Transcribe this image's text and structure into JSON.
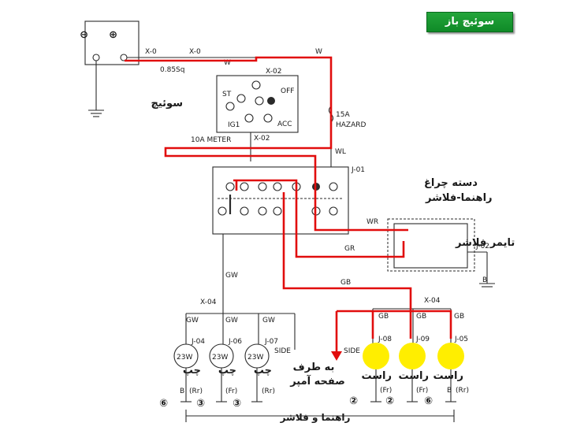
{
  "title_button": "سوئیچ باز",
  "battery": {
    "minus": "⊖",
    "plus": "⊕"
  },
  "connectors": {
    "x0_left": "X-0",
    "x0_right": "X-0",
    "x02_top": "X-02",
    "x02_bottom": "X-02",
    "j01": "J-01",
    "j02": "J-02",
    "x04_left": "X-04",
    "x04_right": "X-04",
    "j04": "J-04",
    "j06": "J-06",
    "j07": "J-07",
    "j08": "J-08",
    "j09": "J-09",
    "j05": "J-05"
  },
  "wire_labels": {
    "sq": "0.85Sq",
    "w1": "W",
    "w2": "W",
    "wl": "WL",
    "wr": "WR",
    "gr": "GR",
    "gw_main": "GW",
    "gb_main": "GB",
    "gw_a": "GW",
    "gw_b": "GW",
    "gw_c": "GW",
    "gb_a": "GB",
    "gb_b": "GB",
    "gb_c": "GB",
    "b_timer": "B",
    "side_l": "SIDE",
    "side_r": "SIDE",
    "b_l": "B",
    "b_r": "B"
  },
  "ignition": {
    "label": "سوئیچ",
    "st": "ST",
    "off": "OFF",
    "ig1": "IG1",
    "acc": "ACC"
  },
  "fuse_hazard": {
    "rating": "15A",
    "name": "HAZARD"
  },
  "fuse_meter": "10A METER",
  "stalk_switch": {
    "line1": "دسته چراغ",
    "line2": "راهنما-فلاشر"
  },
  "timer": "تایمر فلاشر",
  "bulbs": {
    "b1": "23W",
    "b2": "23W",
    "b3": "23W"
  },
  "left_labels": {
    "l1": "چپ",
    "l2": "چپ",
    "l3": "چپ"
  },
  "right_labels": {
    "r1": "راست",
    "r2": "راست",
    "r3": "راست"
  },
  "positions": {
    "p1": "(Rr)",
    "p2": "(Fr)",
    "p3": "(Rr)",
    "p4": "(Fr)",
    "p5": "(Fr)",
    "p6": "(Rr)"
  },
  "ground_numbers": {
    "g1": "⑥",
    "g2": "③",
    "g3": "③",
    "g4": "②",
    "g5": "②",
    "g6": "⑥"
  },
  "annotation": {
    "line1": "به طرف",
    "line2": "صفحه آمپر"
  },
  "bottom_label": "راهنما و فلاشر",
  "colors": {
    "highlight_wire": "#e10d0d",
    "indicator_lamp": "#ffee00",
    "title_button": "#16962f"
  }
}
